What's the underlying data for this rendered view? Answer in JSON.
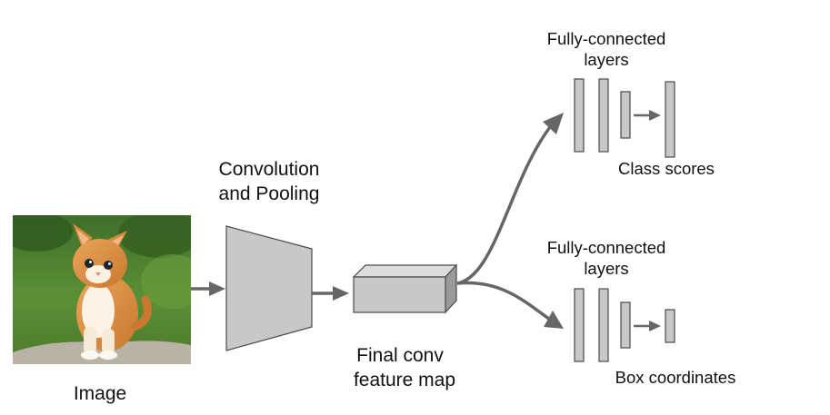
{
  "labels": {
    "image": "Image",
    "conv_line1": "Convolution",
    "conv_line2": "and Pooling",
    "feature_line1": "Final conv",
    "feature_line2": "feature map",
    "fc_top_line1": "Fully-connected",
    "fc_top_line2": "layers",
    "fc_bottom_line1": "Fully-connected",
    "fc_bottom_line2": "layers",
    "class_scores": "Class scores",
    "box_coordinates": "Box coordinates"
  },
  "input_image": {
    "subject": "kitten",
    "icon": "kitten-photo"
  },
  "colors": {
    "block_fill": "#c8c8c8",
    "block_stroke": "#4a4a4a",
    "arrow": "#666666",
    "text": "#111111"
  }
}
